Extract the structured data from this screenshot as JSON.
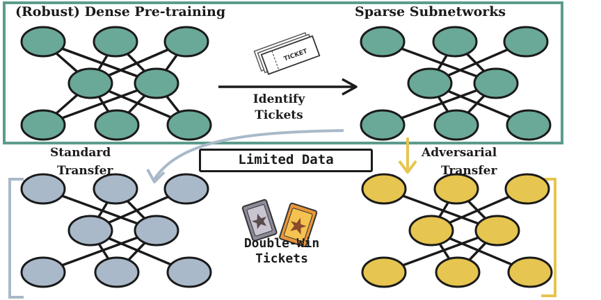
{
  "labels": {
    "dense_pretraining": "(Robust) Dense Pre-training",
    "sparse_subnetworks": "Sparse Subnetworks",
    "identify": "Identify",
    "tickets": "Tickets",
    "standard_line1": "Standard",
    "standard_line2": "Transfer",
    "adversarial_line1": "Adversarial",
    "adversarial_line2": "Transfer",
    "limited_data": "Limited Data",
    "double_win_line1": "Double-Win",
    "double_win_line2": "Tickets",
    "ticket_stamp": "TICKET"
  },
  "colors": {
    "teal": "#6aa898",
    "blue_gray": "#a9b9c9",
    "yellow": "#e6c550",
    "frame_teal": "#5d9c8c",
    "ticket_gray": "#8e8a9a",
    "ticket_orange": "#e8963a"
  },
  "icons": [
    "ticket-stack-icon",
    "silver-star-ticket-icon",
    "gold-star-ticket-icon",
    "right-arrow-icon",
    "curved-down-arrow-icon",
    "down-arrow-icon"
  ]
}
